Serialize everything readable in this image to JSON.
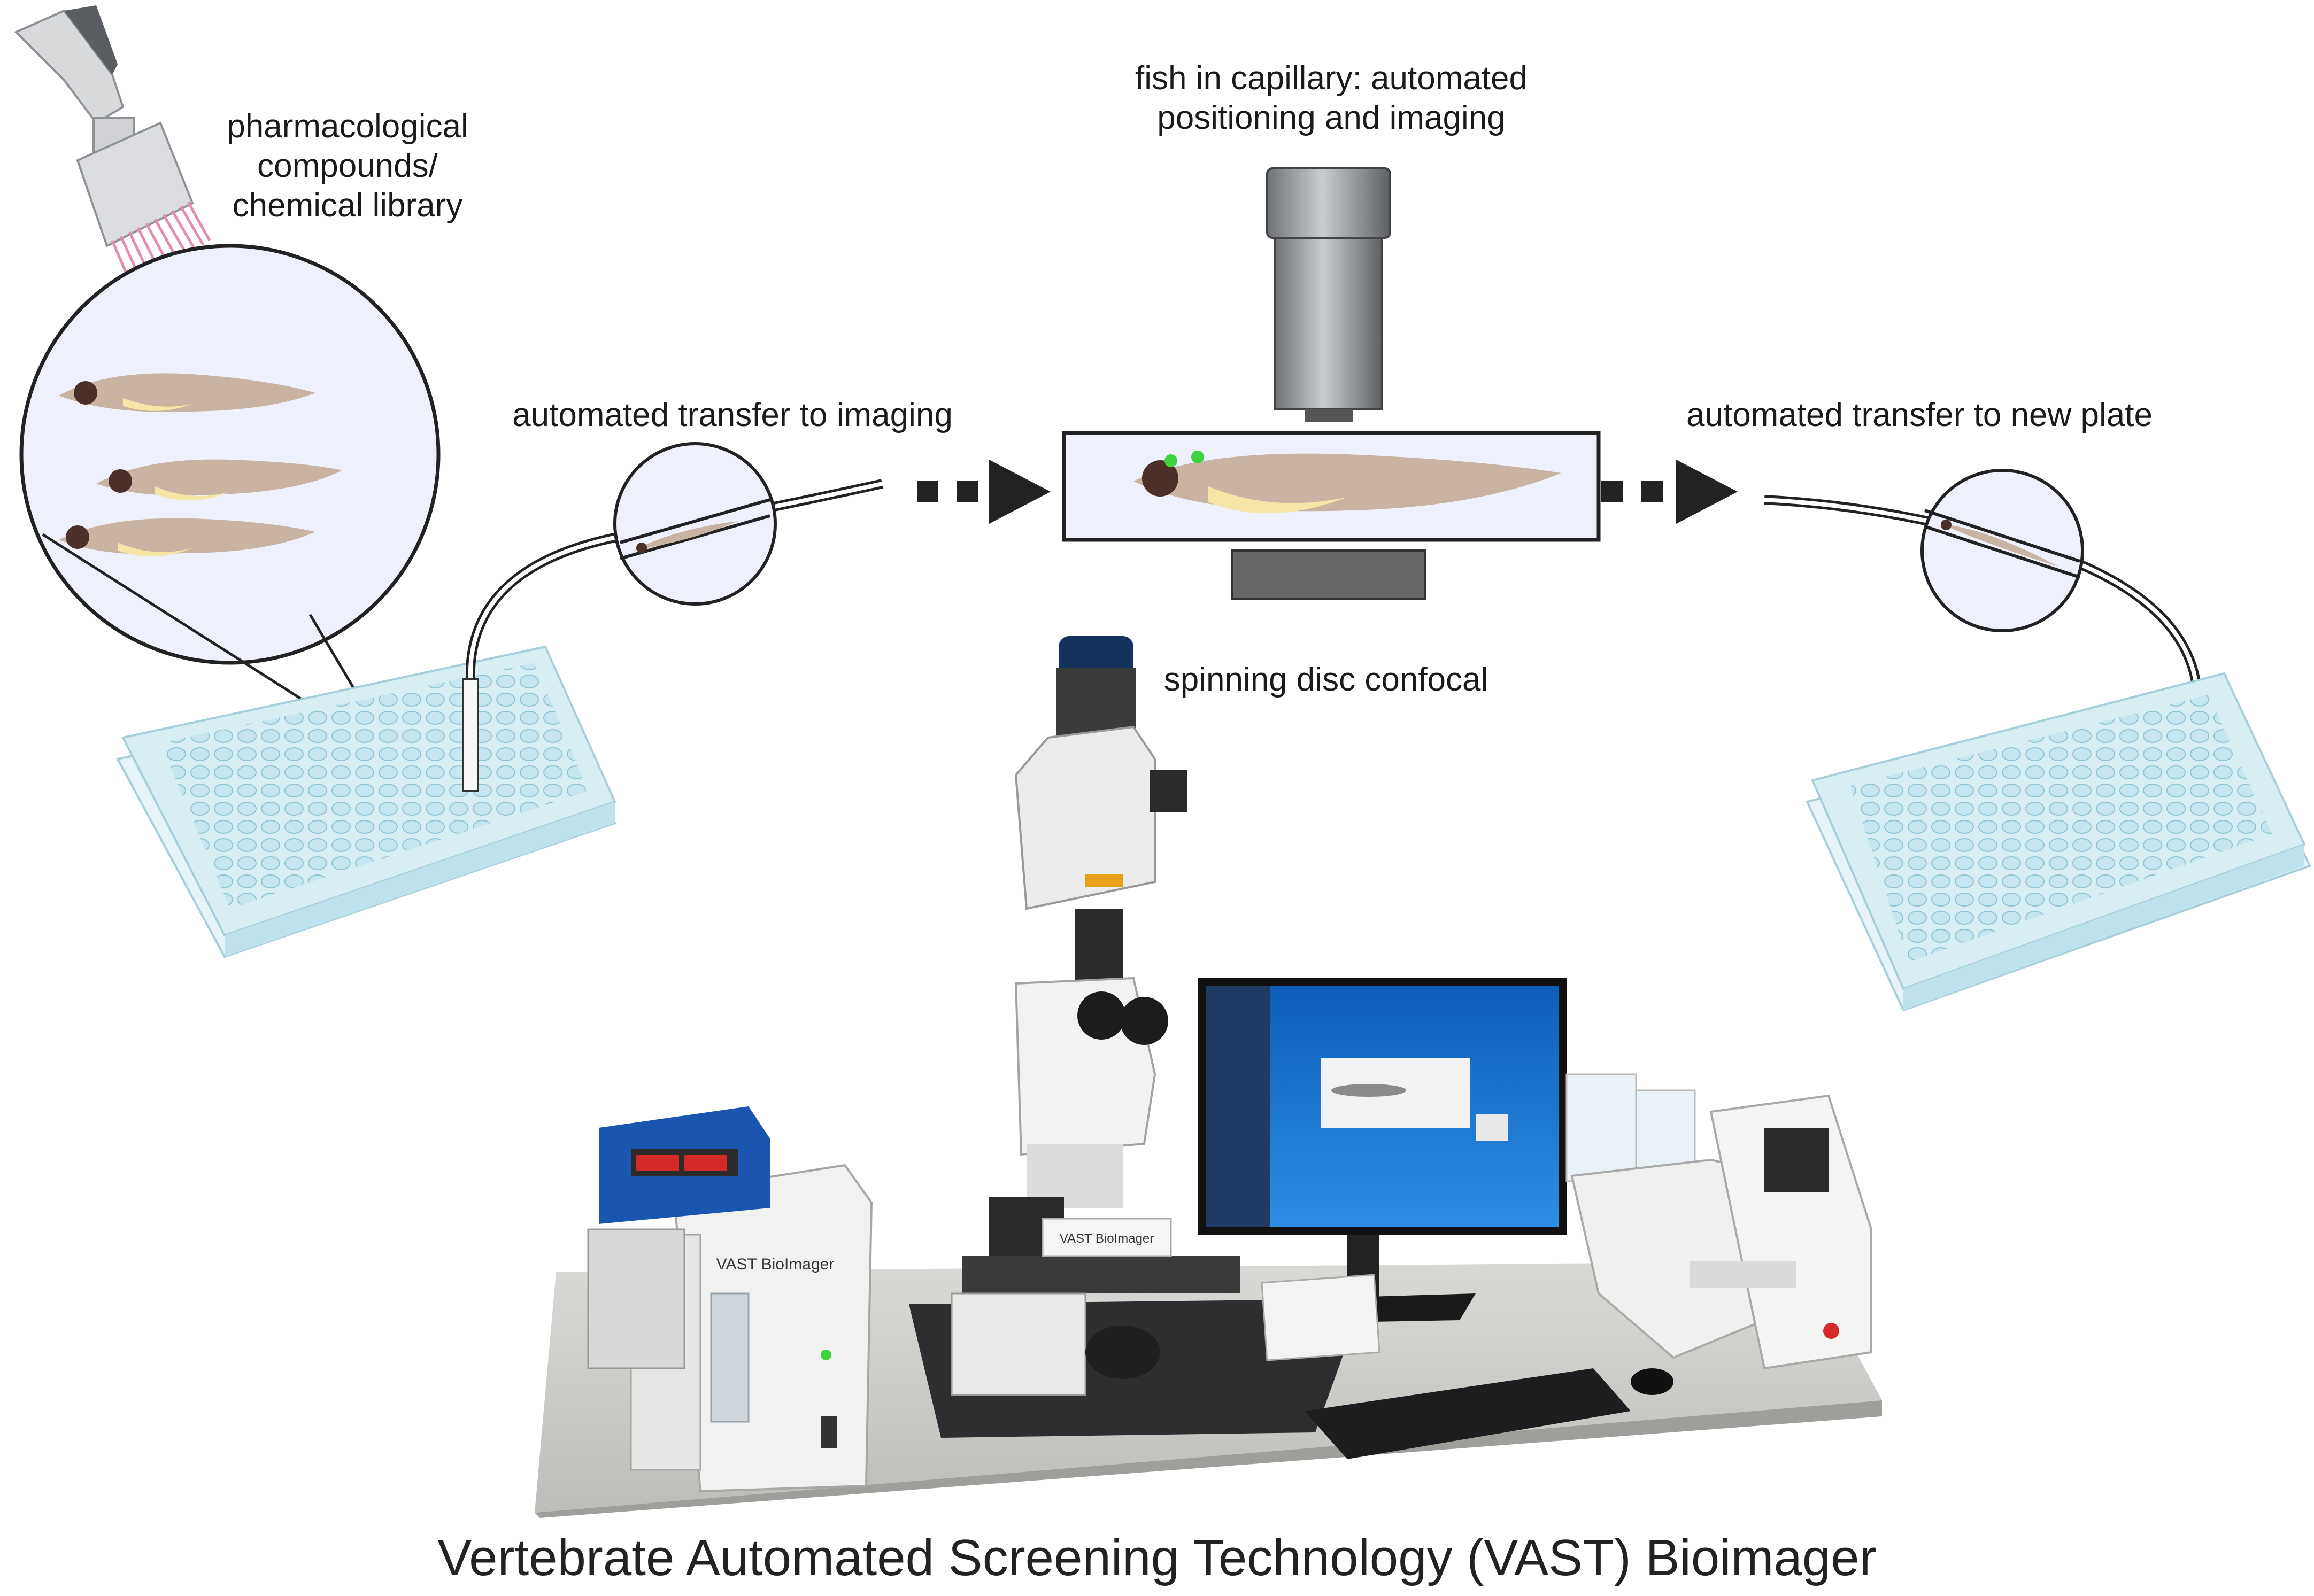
{
  "labels": {
    "compounds": [
      "pharmacological",
      "compounds/",
      "chemical library"
    ],
    "capillary": [
      "fish in capillary: automated",
      "positioning and imaging"
    ],
    "transfer_to_imaging": "automated transfer to imaging",
    "transfer_to_plate": "automated transfer to new plate",
    "confocal": "spinning disc confocal"
  },
  "device_text": {
    "vast_panel": "VAST BioImager",
    "stage_label": "VAST BioImager"
  },
  "title": "Vertebrate Automated Screening Technology (VAST) Bioimager",
  "colors": {
    "plate": "#d8eef3",
    "well": "#bfe2ec",
    "fish": "#c9b3a3",
    "yolk": "#f4e6a6",
    "eye_glow": "#3fd33f",
    "pipette_tips": "#e58ab3"
  }
}
